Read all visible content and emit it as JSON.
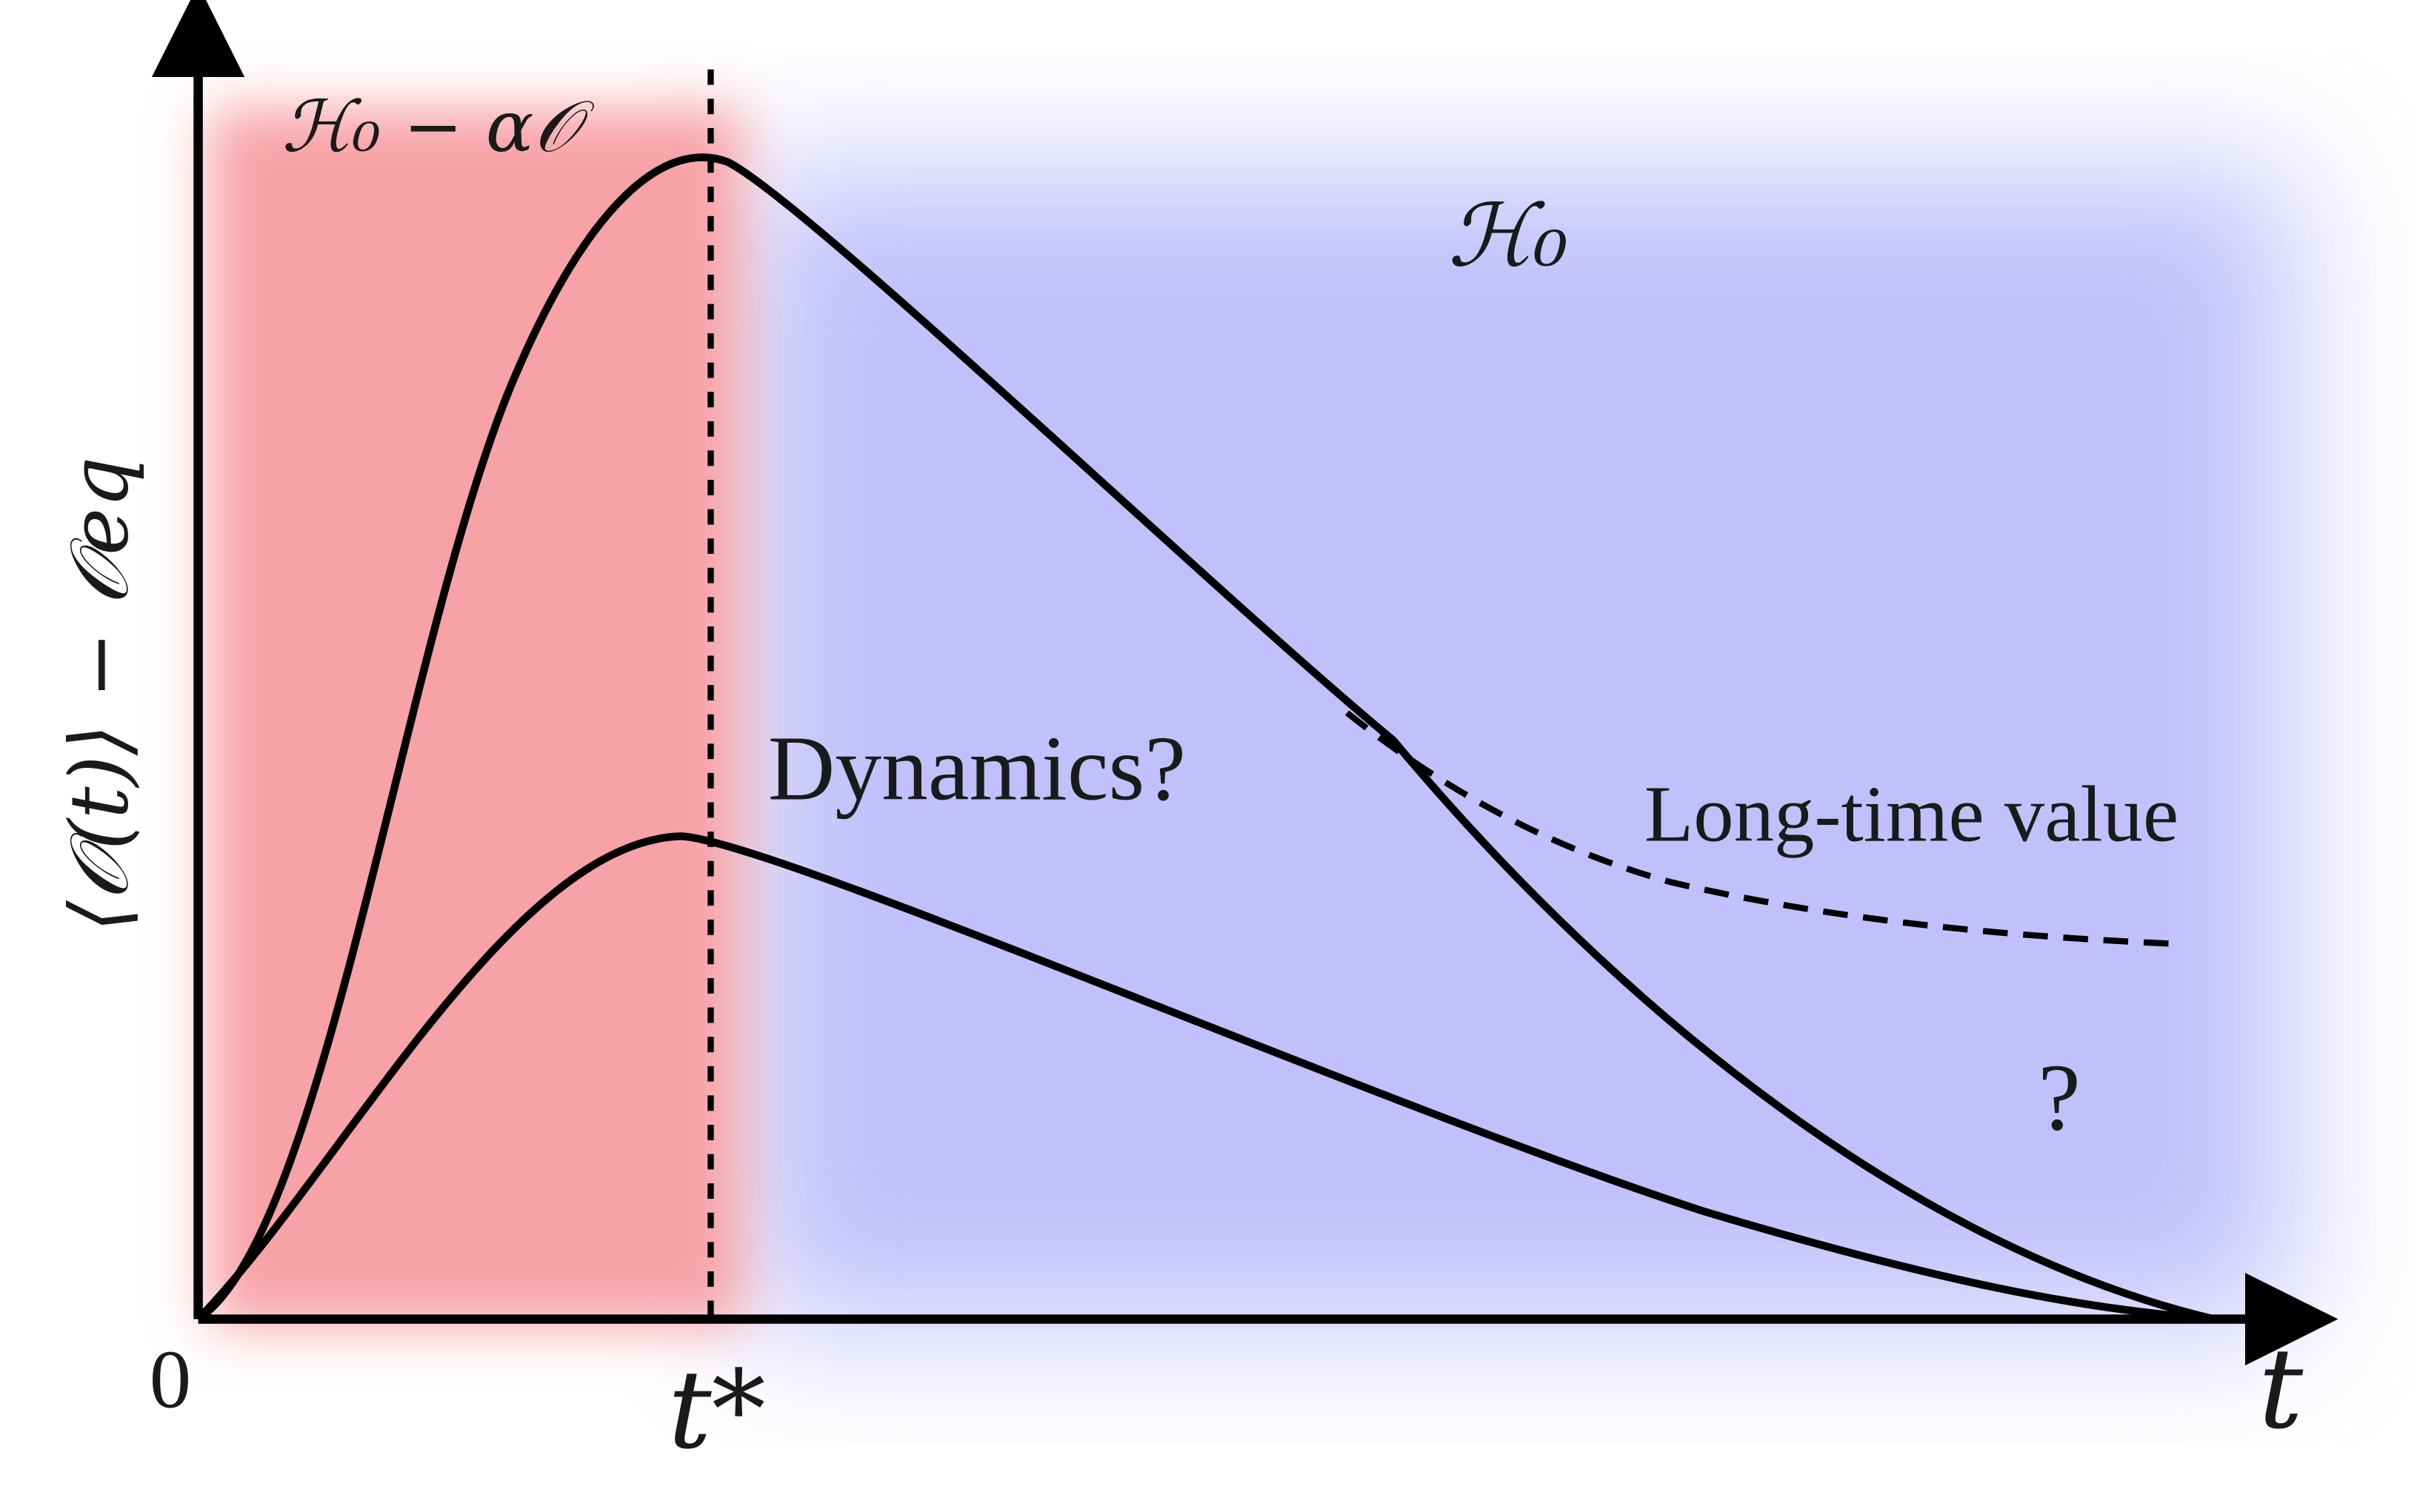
{
  "regions": {
    "perturbed_label": "ℋ₀ − α𝒪",
    "free_label": "ℋ₀",
    "perturbed_color": "#f7a2a6",
    "free_color": "#bebdfb"
  },
  "axes": {
    "y_label": "⟨𝒪(t)⟩ − 𝒪eq",
    "x_label": "t",
    "origin_label": "0",
    "tstar_label": "t*"
  },
  "annotations": {
    "dynamics": "Dynamics?",
    "long_time": "Long-time value",
    "question": "?"
  },
  "colors": {
    "curve": "#000000",
    "text": "#1a1a1a"
  }
}
